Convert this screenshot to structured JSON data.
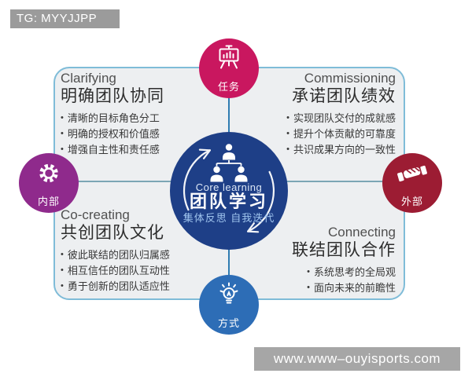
{
  "banner": {
    "text": "TG: MYYJJPP"
  },
  "watermark": {
    "text": "www.www–ouyisports.com"
  },
  "colors": {
    "banner_bg": "#9b9b9b",
    "footer_bg": "#a6a6a6",
    "panel_fill": "#edeff1",
    "panel_border": "#7fbcd8",
    "line_horizontal": "#7ba6b5",
    "line_vertical": "#2f7cb2"
  },
  "center": {
    "color": "#1e3f87",
    "icon": "team-hierarchy-icon",
    "title_en": "Core learning",
    "title_zh": "团队学习",
    "subtitle": "集体反思 自我迭代"
  },
  "nodes": {
    "top": {
      "label": "任务",
      "icon": "presentation-chart-icon",
      "color": "#c9175f"
    },
    "left": {
      "label": "内部",
      "icon": "gear-icon",
      "color": "#8f2a8c"
    },
    "right": {
      "label": "外部",
      "icon": "handshake-icon",
      "color": "#9c1c33"
    },
    "bottom": {
      "label": "方式",
      "icon": "lightbulb-icon",
      "color": "#2d6db6"
    }
  },
  "quadrants": {
    "top_left": {
      "title_en": "Clarifying",
      "title_zh": "明确团队协同",
      "bullets": [
        "清晰的目标角色分工",
        "明确的授权和价值感",
        "增强自主性和责任感"
      ]
    },
    "top_right": {
      "title_en": "Commissioning",
      "title_zh": "承诺团队绩效",
      "bullets": [
        "实现团队交付的成就感",
        "提升个体贡献的可靠度",
        "共识成果方向的一致性"
      ]
    },
    "bottom_left": {
      "title_en": "Co-creating",
      "title_zh": "共创团队文化",
      "bullets": [
        "彼此联结的团队归属感",
        "相互信任的团队互动性",
        "勇于创新的团队适应性"
      ]
    },
    "bottom_right": {
      "title_en": "Connecting",
      "title_zh": "联结团队合作",
      "bullets": [
        "系统思考的全局观",
        "面向未来的前瞻性"
      ]
    }
  }
}
